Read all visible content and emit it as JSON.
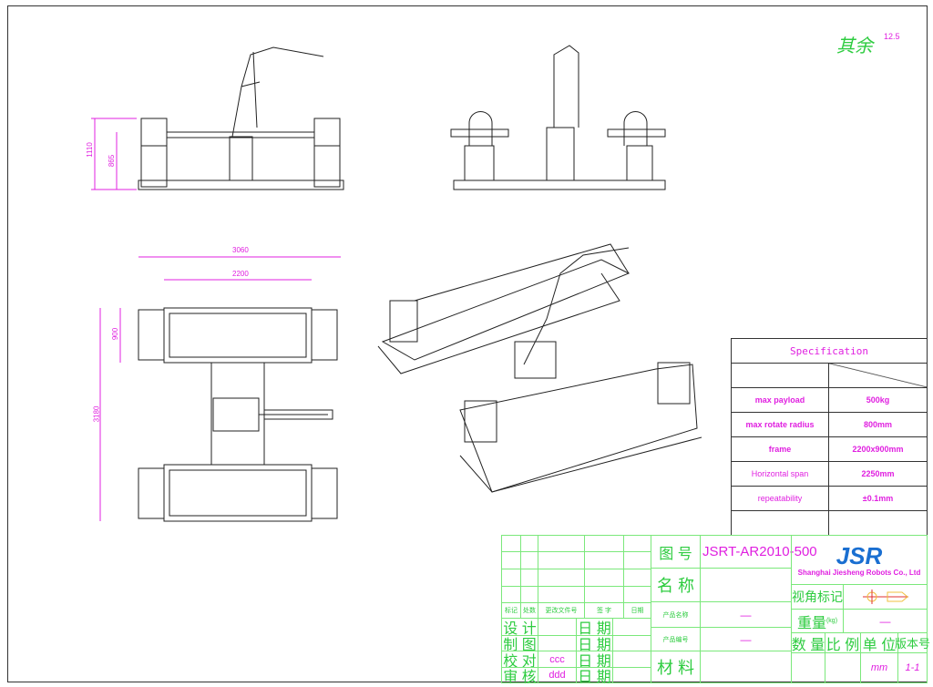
{
  "corner_note": {
    "text": "其余",
    "roughness": "12.5"
  },
  "dimensions": {
    "side_height_total": "1110",
    "side_height_axis": "865",
    "plan_length_total": "3060",
    "plan_length_frame": "2200",
    "plan_frame_width": "900",
    "plan_total_width": "3180"
  },
  "spec": {
    "title": "Specification",
    "rows": [
      {
        "label": "max payload",
        "value": "500kg"
      },
      {
        "label": "max rotate radius",
        "value": "800mm"
      },
      {
        "label": "frame",
        "value": "2200x900mm"
      },
      {
        "label": "Horizontal span",
        "value": "2250mm"
      },
      {
        "label": "repeatability",
        "value": "±0.1mm"
      }
    ]
  },
  "title_block": {
    "revision_headers": [
      "标记",
      "处数",
      "更改文件号",
      "签 字",
      "日期"
    ],
    "sign_rows": [
      {
        "label": "设 计",
        "date": "日 期",
        "value": ""
      },
      {
        "label": "制 图",
        "date": "日 期",
        "value": ""
      },
      {
        "label": "校 对",
        "date": "日 期",
        "value": "ccc"
      },
      {
        "label": "审 核",
        "date": "日 期",
        "value": "ddd"
      }
    ],
    "drawing_no_label": "图 号",
    "drawing_no": "JSRT-AR2010-500",
    "name_label": "名 称",
    "product_name_label": "产品名称",
    "product_name": "—",
    "product_no_label": "产品编号",
    "product_no": "—",
    "material_label": "材 料",
    "logo": "JSR",
    "company": "Shanghai Jiesheng Robots Co., Ltd",
    "view_mark_label": "视角标记",
    "weight_label": "重量",
    "weight_unit": "(kg)",
    "weight": "—",
    "bottom_headers": [
      "数 量",
      "比 例",
      "单 位",
      "版本号"
    ],
    "unit": "mm",
    "version": "1-1"
  }
}
